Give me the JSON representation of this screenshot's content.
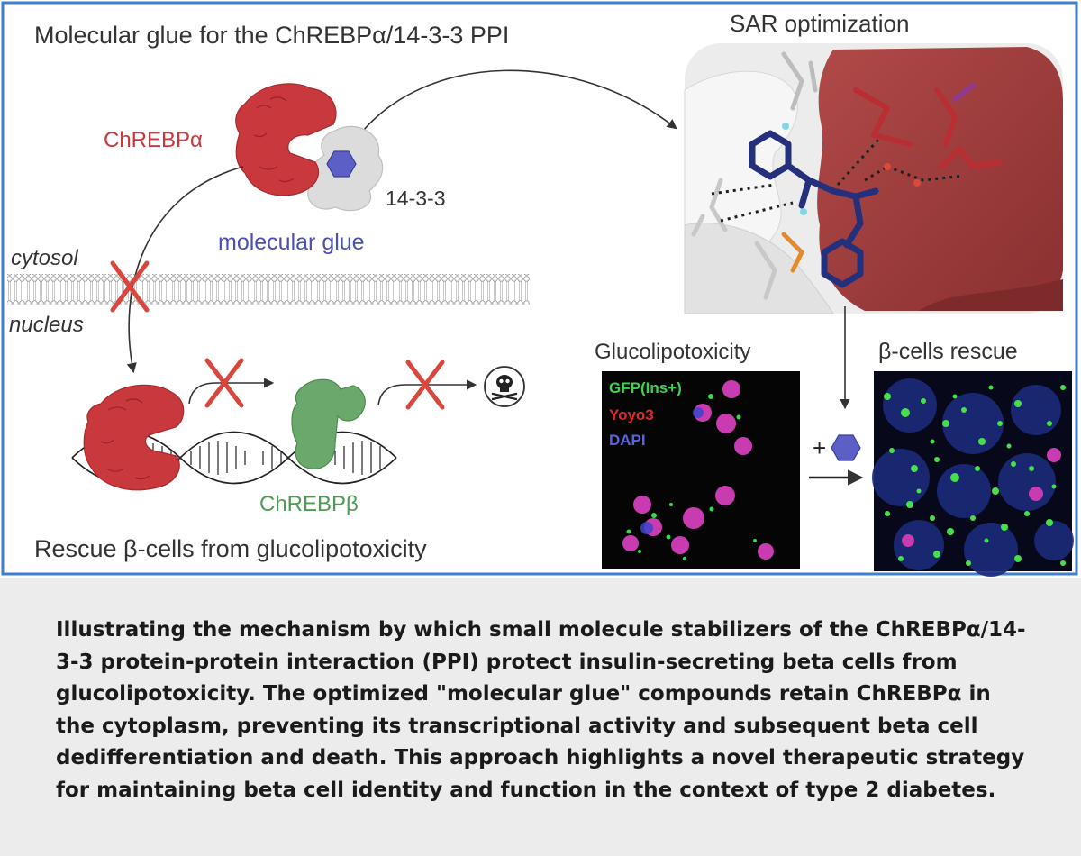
{
  "figure": {
    "title": "Molecular glue for the ChREBPα/14-3-3 PPI",
    "sar_title": "SAR optimization",
    "protein_chrebp_alpha": "ChREBPα",
    "protein_1433": "14-3-3",
    "glue_label": "molecular glue",
    "compartment_top": "cytosol",
    "compartment_bottom": "nucleus",
    "protein_chrebp_beta": "ChREBPβ",
    "bottom_title": "Rescue β-cells from glucolipotoxicity",
    "panel_left_title": "Glucolipotoxicity",
    "panel_right_title": "β-cells rescue",
    "stain_gfp": "GFP(Ins+)",
    "stain_yoyo": "Yoyo3",
    "stain_dapi": "DAPI",
    "plus_sign": "+",
    "colors": {
      "frame": "#3f7fd0",
      "chrebp_alpha": "#c9383c",
      "chrebp_beta": "#5ea062",
      "glue": "#5b5fc6",
      "glue_text": "#4a4fb5",
      "red_x": "#d9463e"
    }
  },
  "caption": "Illustrating the mechanism by which small molecule stabilizers of the ChREBPα/14-3-3 protein-protein interaction (PPI) protect insulin-secreting beta cells from glucolipotoxicity. The optimized \"molecular glue\" compounds retain ChREBPα in the cytoplasm, preventing its transcriptional activity and subsequent beta cell dedifferentiation and death. This approach highlights a novel therapeutic strategy for maintaining beta cell identity and function in the context of type 2 diabetes."
}
